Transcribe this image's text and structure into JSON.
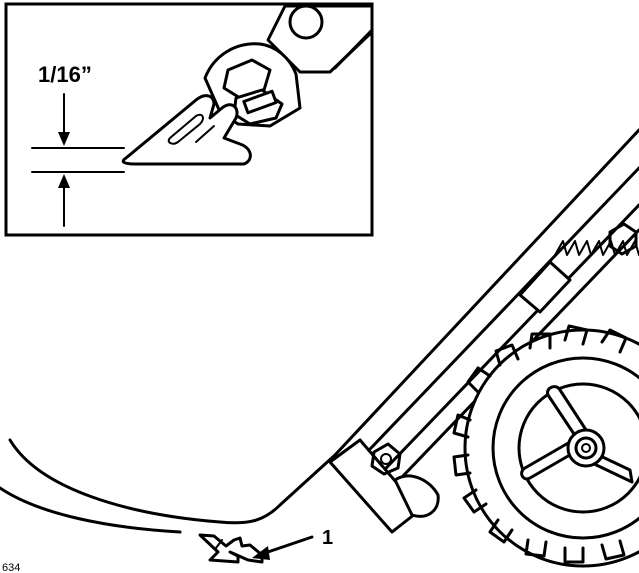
{
  "inset": {
    "measurement_label": "1/16”"
  },
  "callout": {
    "number": "1"
  },
  "figure_number": "634",
  "icons": [
    "scraper-blade-detail-icon",
    "scraper-blade-icon",
    "drive-wheel-icon",
    "tension-spring-icon"
  ]
}
